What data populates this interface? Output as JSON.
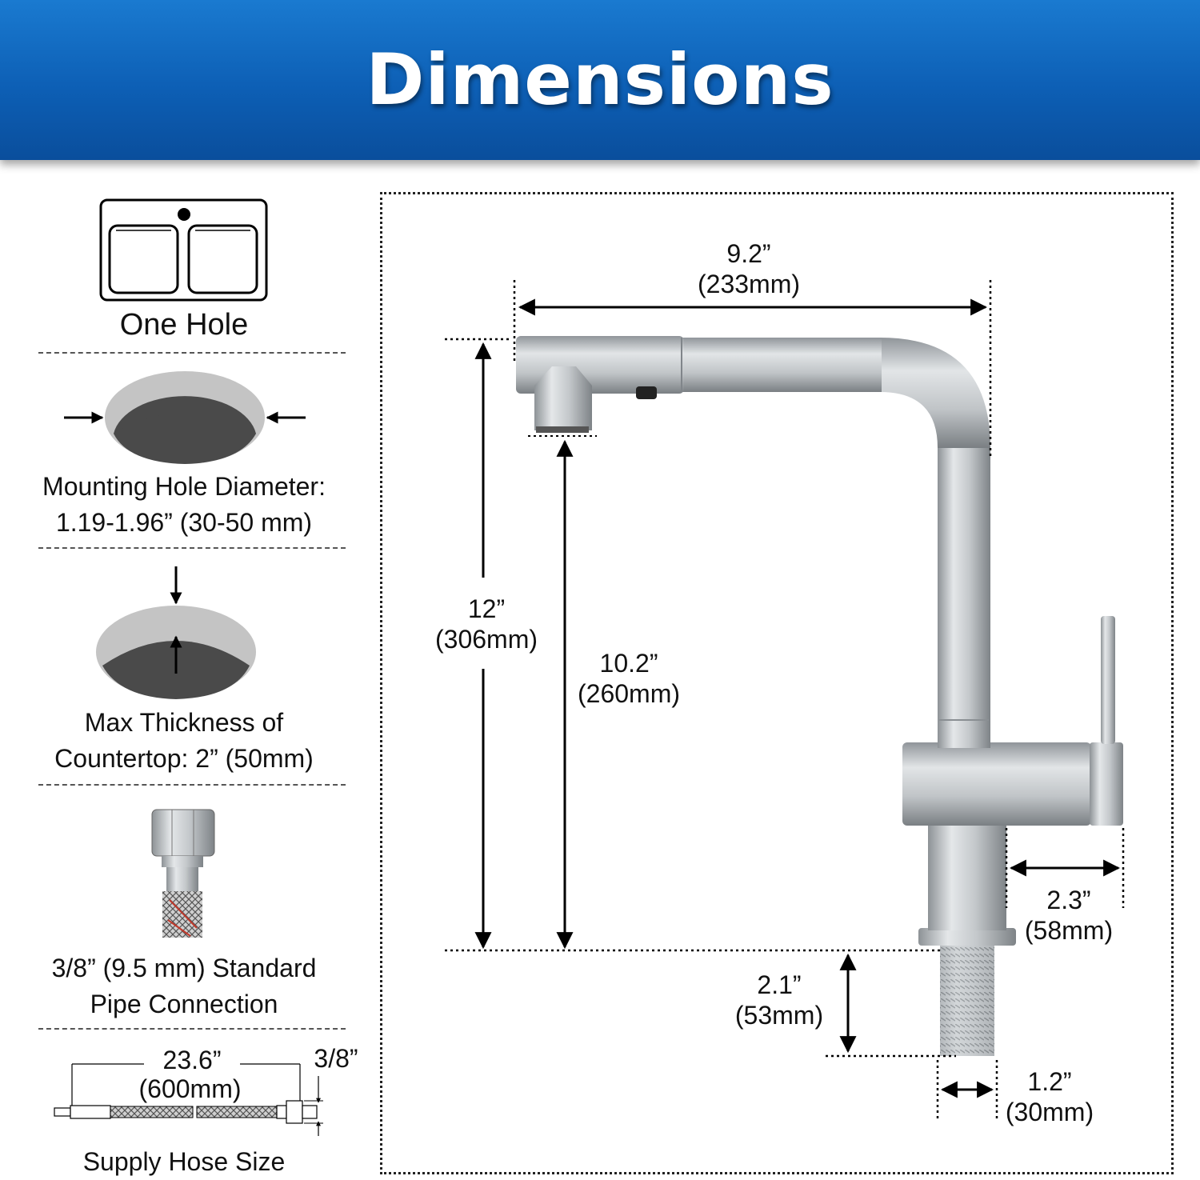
{
  "header": {
    "title": "Dimensions"
  },
  "left_panel": {
    "one_hole": "One Hole",
    "mounting_hole": {
      "line1": "Mounting Hole Diameter:",
      "line2": "1.19-1.96” (30-50 mm)"
    },
    "countertop": {
      "line1": "Max Thickness of",
      "line2": "Countertop: 2” (50mm)"
    },
    "pipe": {
      "line1": "3/8” (9.5 mm) Standard",
      "line2": "Pipe Connection"
    },
    "hose": {
      "length_in": "23.6”",
      "length_mm": "(600mm)",
      "fitting": "3/8”",
      "caption": "Supply Hose Size"
    }
  },
  "diagram": {
    "spout_reach": {
      "in": "9.2”",
      "mm": "(233mm)"
    },
    "total_height": {
      "in": "12”",
      "mm": "(306mm)"
    },
    "spout_height": {
      "in": "10.2”",
      "mm": "(260mm)"
    },
    "handle_width": {
      "in": "2.3”",
      "mm": "(58mm)"
    },
    "shank_length": {
      "in": "2.1”",
      "mm": "(53mm)"
    },
    "shank_diameter": {
      "in": "1.2”",
      "mm": "(30mm)"
    }
  },
  "colors": {
    "banner": "#0d5fb5",
    "metal": "#bfc3c6",
    "hole_dark": "#4a4a4a"
  }
}
